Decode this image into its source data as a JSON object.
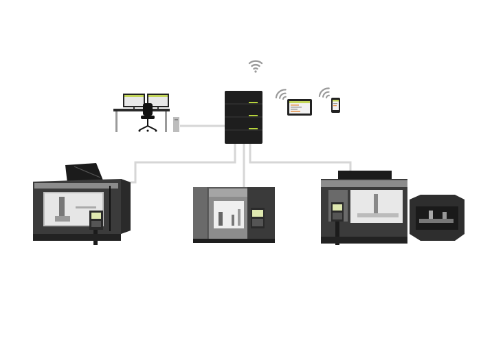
{
  "colors": {
    "background": "#ffffff",
    "connector": "#d6d6d6",
    "server_body": "#1e1e1e",
    "server_indicator": "#b6d43a",
    "wifi": "#9a9a9a",
    "machine_dark": "#3b3b3b",
    "machine_mid": "#5a5a5a",
    "machine_light": "#8c8c8c",
    "machine_window": "#e6e6e6",
    "screen_accent": "#c3d65a"
  },
  "diagram": {
    "nodes": [
      {
        "id": "server",
        "icon": "server-rack-icon"
      },
      {
        "id": "workstation",
        "icon": "desk-workstation-icon"
      },
      {
        "id": "tablet",
        "icon": "tablet-icon"
      },
      {
        "id": "smartphone",
        "icon": "smartphone-icon"
      },
      {
        "id": "machine-left",
        "icon": "cnc-machine-icon"
      },
      {
        "id": "machine-center",
        "icon": "cnc-machine-icon"
      },
      {
        "id": "machine-right",
        "icon": "cnc-machine-with-pallet-changer-icon"
      }
    ],
    "edges": [
      {
        "from": "server",
        "to": "workstation"
      },
      {
        "from": "server",
        "to": "machine-left"
      },
      {
        "from": "server",
        "to": "machine-center"
      },
      {
        "from": "server",
        "to": "machine-right"
      },
      {
        "from": "server",
        "to": "tablet",
        "kind": "wireless"
      },
      {
        "from": "server",
        "to": "smartphone",
        "kind": "wireless"
      }
    ]
  }
}
